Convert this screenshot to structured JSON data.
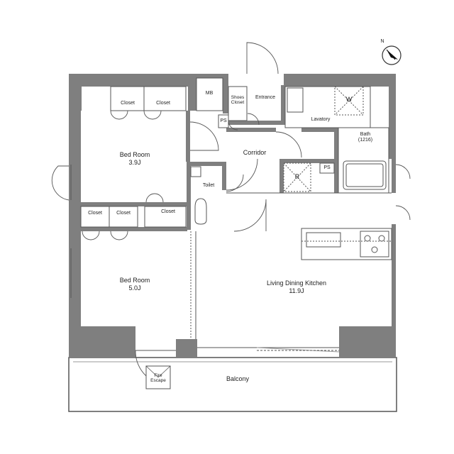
{
  "rooms": {
    "closet_1": "Closet",
    "closet_2": "Closet",
    "mb": "MB",
    "shoes_closet": "Shoes\nCloset",
    "entrance": "Entrance",
    "lavatory": "Lavatory",
    "ps_1": "PS",
    "bath": "Bath\n(1216)",
    "bed_room_1": "Bed Room\n3.9J",
    "corridor": "Corridor",
    "toilet": "Toilet",
    "ps_2": "PS",
    "closet_3": "Closet",
    "closet_4": "Closet",
    "closet_5": "Closet",
    "bed_room_2": "Bed Room\n5.0J",
    "ldk": "Living Dining Kitchen\n11.9J",
    "fire_escape": "Fire\nEscape",
    "balcony": "Balcony"
  },
  "symbols": {
    "washer": "W",
    "fridge": "R",
    "compass": "N"
  },
  "colors": {
    "wall": "#7f7f7f",
    "line": "#555555",
    "background": "#ffffff"
  }
}
